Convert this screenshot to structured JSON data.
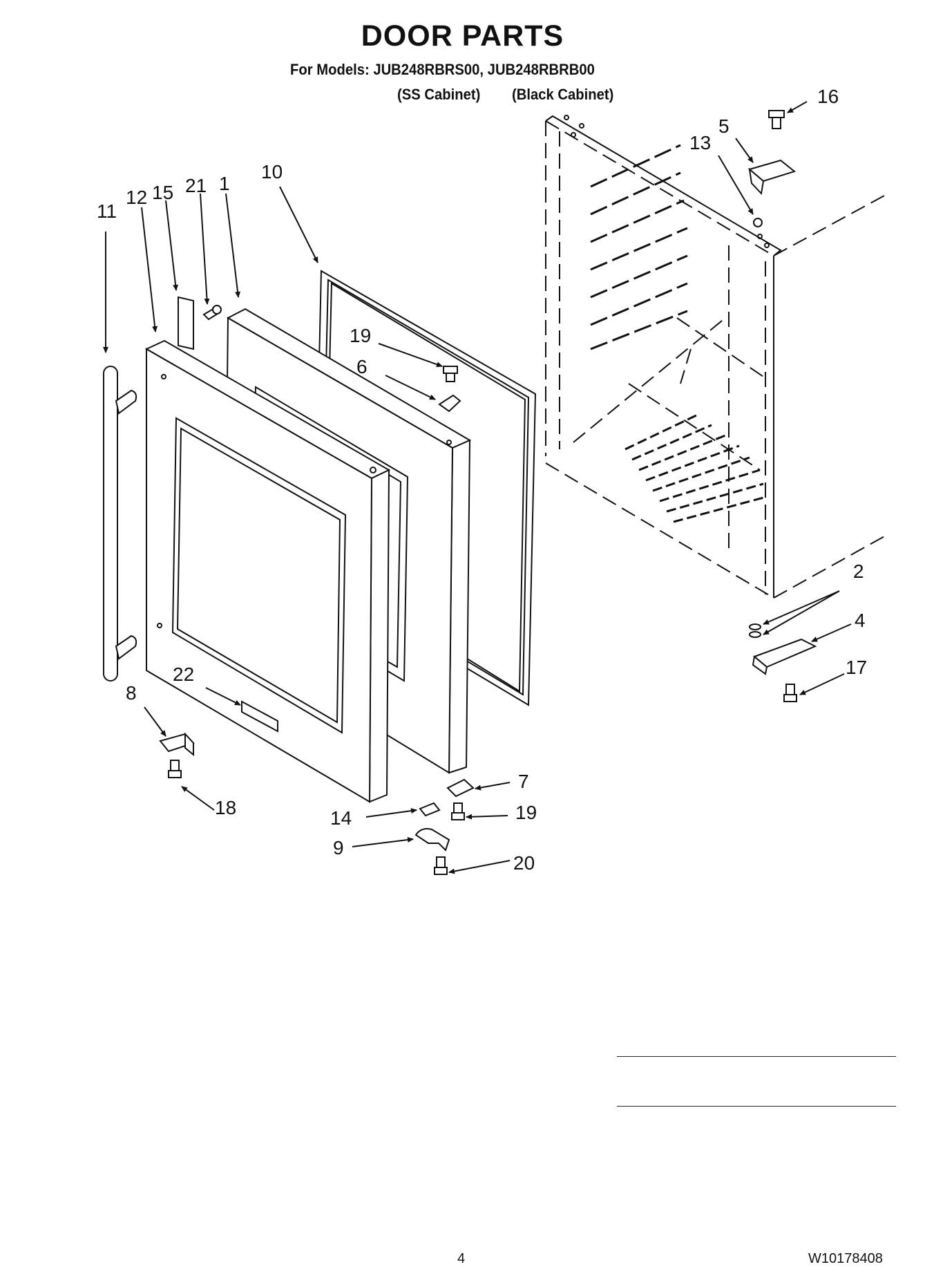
{
  "header": {
    "title": "DOOR PARTS",
    "models_line": "For Models: JUB248RBRS00, JUB248RBRB00",
    "cabinet_ss": "(SS Cabinet)",
    "cabinet_black": "(Black Cabinet)"
  },
  "callouts": {
    "c1": "1",
    "c2": "2",
    "c4": "4",
    "c5": "5",
    "c6": "6",
    "c7": "7",
    "c8": "8",
    "c9": "9",
    "c10": "10",
    "c11": "11",
    "c12": "12",
    "c13": "13",
    "c14": "14",
    "c15": "15",
    "c16": "16",
    "c17": "17",
    "c18": "18",
    "c19a": "19",
    "c19b": "19",
    "c20": "20",
    "c21": "21",
    "c22": "22"
  },
  "footer": {
    "page_number": "4",
    "document_number": "W10178408"
  }
}
